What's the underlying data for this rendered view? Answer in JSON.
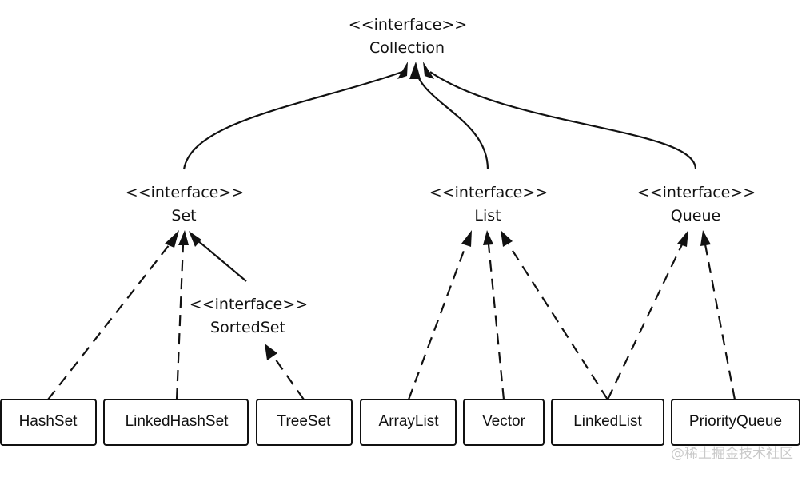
{
  "interfaces": {
    "collection": {
      "stereotype": "<<interface>>",
      "name": "Collection"
    },
    "set": {
      "stereotype": "<<interface>>",
      "name": "Set"
    },
    "list": {
      "stereotype": "<<interface>>",
      "name": "List"
    },
    "queue": {
      "stereotype": "<<interface>>",
      "name": "Queue"
    },
    "sortedset": {
      "stereotype": "<<interface>>",
      "name": "SortedSet"
    }
  },
  "classes": {
    "hashset": "HashSet",
    "linkedhashset": "LinkedHashSet",
    "treeset": "TreeSet",
    "arraylist": "ArrayList",
    "vector": "Vector",
    "linkedlist": "LinkedList",
    "priorityqueue": "PriorityQueue"
  },
  "watermark": "@稀土掘金技术社区"
}
